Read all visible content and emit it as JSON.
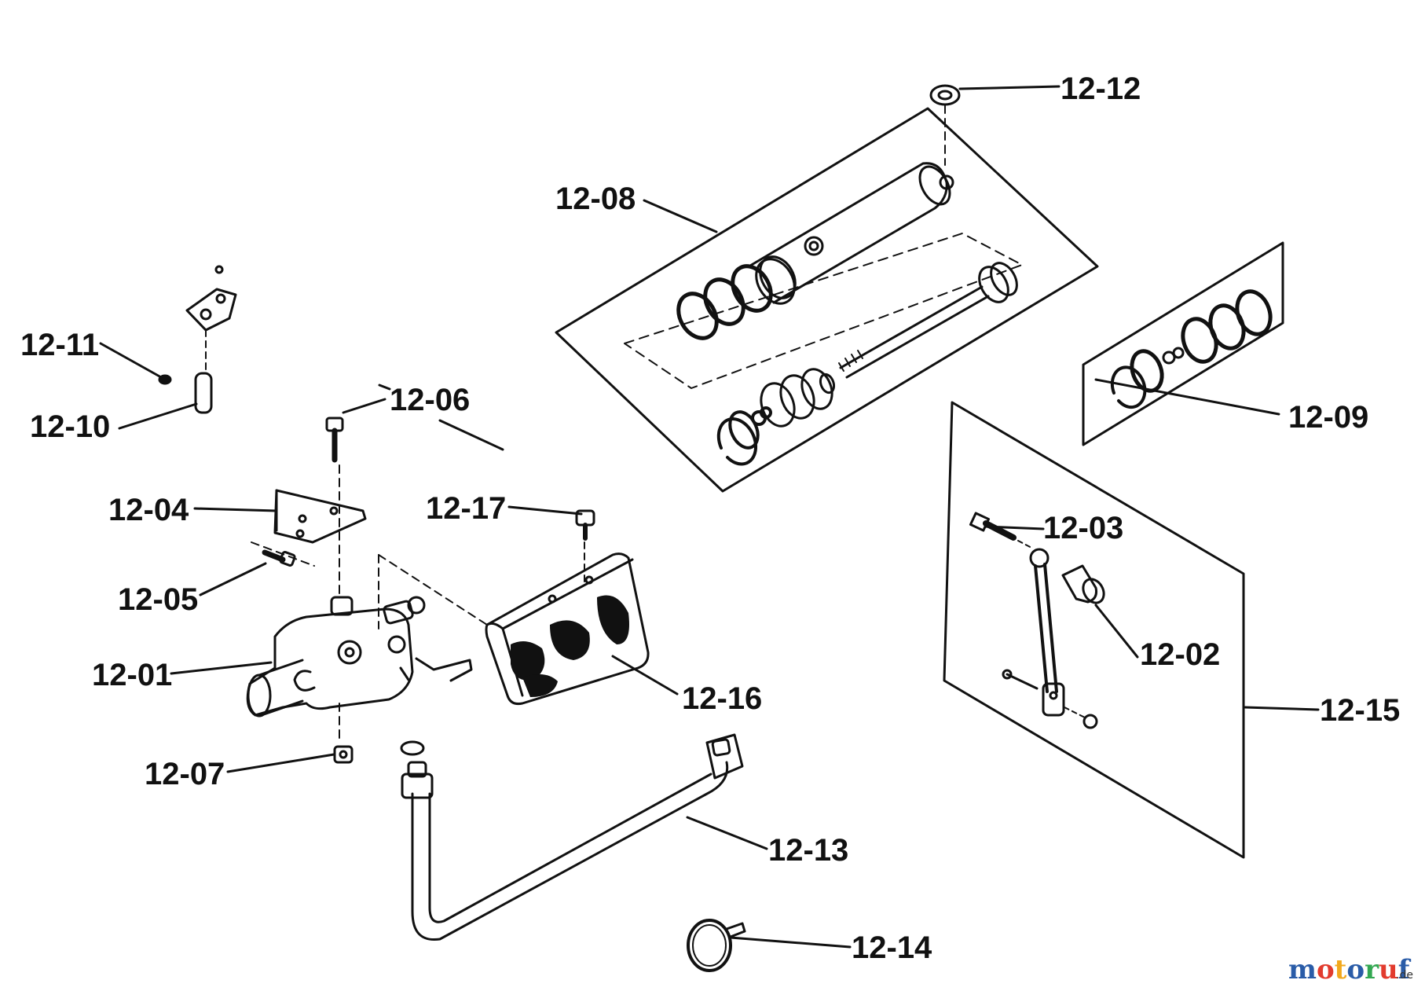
{
  "parts": [
    {
      "id": "12-01",
      "label": "12-01"
    },
    {
      "id": "12-02",
      "label": "12-02"
    },
    {
      "id": "12-03",
      "label": "12-03"
    },
    {
      "id": "12-04",
      "label": "12-04"
    },
    {
      "id": "12-05",
      "label": "12-05"
    },
    {
      "id": "12-06",
      "label": "12-06"
    },
    {
      "id": "12-07",
      "label": "12-07"
    },
    {
      "id": "12-08",
      "label": "12-08"
    },
    {
      "id": "12-09",
      "label": "12-09"
    },
    {
      "id": "12-10",
      "label": "12-10"
    },
    {
      "id": "12-11",
      "label": "12-11"
    },
    {
      "id": "12-12",
      "label": "12-12"
    },
    {
      "id": "12-13",
      "label": "12-13"
    },
    {
      "id": "12-14",
      "label": "12-14"
    },
    {
      "id": "12-15",
      "label": "12-15"
    },
    {
      "id": "12-16",
      "label": "12-16"
    },
    {
      "id": "12-17",
      "label": "12-17"
    }
  ],
  "watermark": {
    "text": "motoruf",
    "suffix": ".de",
    "letter_colors": [
      "#2a5ca8",
      "#e23b2e",
      "#f2a81d",
      "#2a5ca8",
      "#33a852",
      "#e23b2e",
      "#2a5ca8"
    ]
  },
  "colors": {
    "ink": "#111111",
    "paper": "#ffffff"
  }
}
